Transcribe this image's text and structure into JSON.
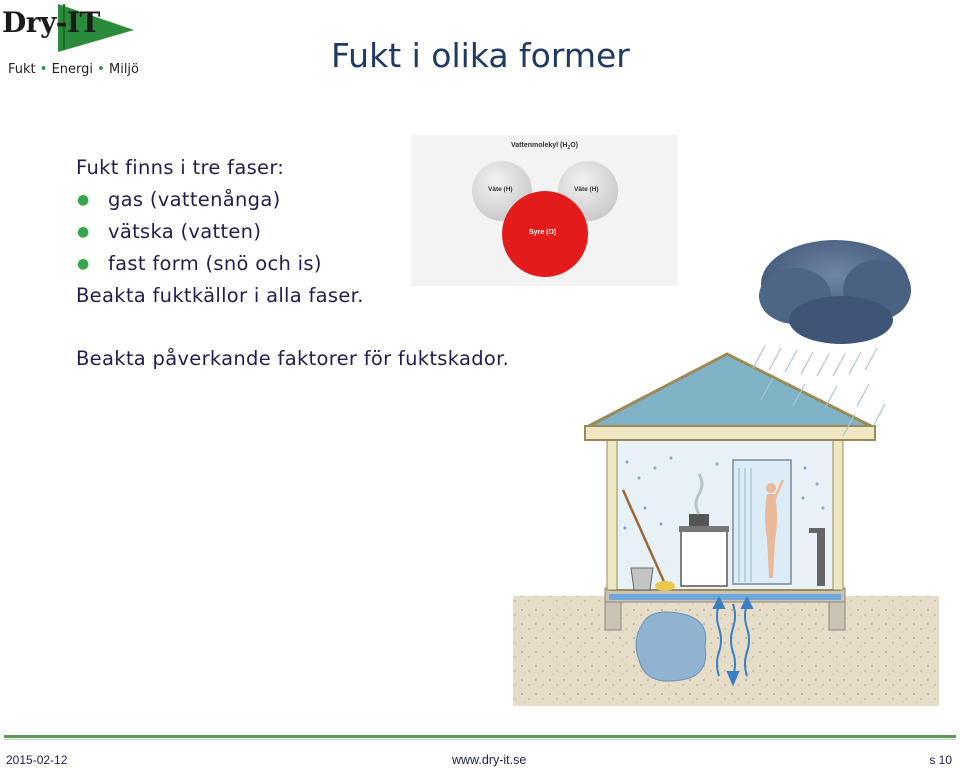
{
  "logo": {
    "text": "Dry-IT",
    "tagline_1": "Fukt",
    "tagline_2": "Energi",
    "tagline_3": "Miljö",
    "accent_color": "#2a8b3a"
  },
  "title": "Fukt i olika former",
  "body": {
    "intro": "Fukt finns i tre faser:",
    "bullets": [
      "gas (vattenånga)",
      "vätska (vatten)",
      "fast form (snö och is)"
    ],
    "para_1": "Beakta fuktkällor i alla faser.",
    "para_2": "Beakta påverkande faktorer för fuktskador."
  },
  "molecule": {
    "title": "Vattenmolekyl (H",
    "title_sub": "2",
    "title_end": "O)",
    "hydrogen_left": "Väte (H)",
    "hydrogen_right": "Väte (H)",
    "oxygen": "Syre (O)",
    "oxygen_color": "#e31b1b",
    "hydrogen_color": "#d9d9d9"
  },
  "footer": {
    "date": "2015-02-12",
    "url": "www.dry-it.se",
    "page": "s 10"
  }
}
